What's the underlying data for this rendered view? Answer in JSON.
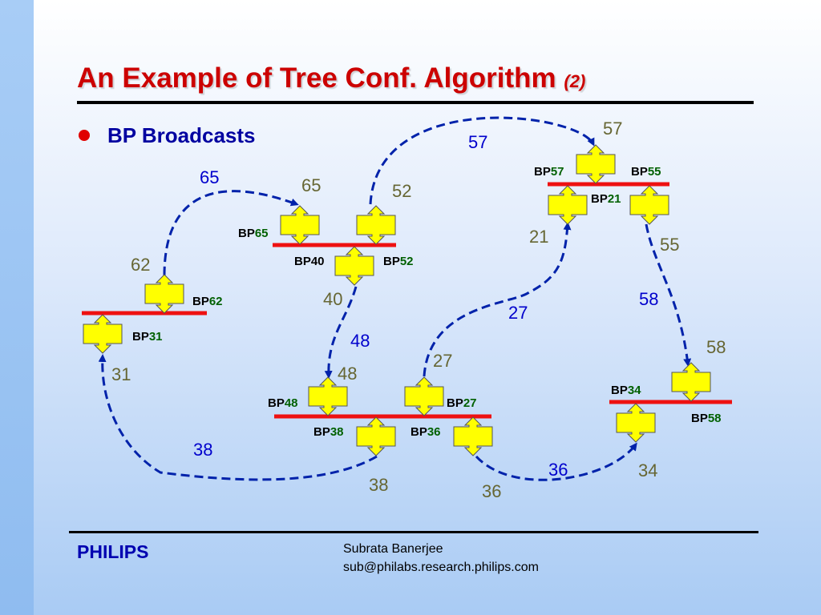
{
  "slide": {
    "title": "An Example of Tree Conf. Algorithm",
    "title_suffix": "(2)",
    "bullet": "BP Broadcasts",
    "brand": "PHILIPS",
    "author_name": "Subrata Banerjee",
    "author_email": "sub@philabs.research.philips.com"
  },
  "colors": {
    "title": "#cc0000",
    "bullet": "#e00000",
    "bullet_text": "#0000a0",
    "lan_segment": "#ee1111",
    "bridge_fill": "#ffff00",
    "arrow": "#0022aa",
    "label_olive": "#666633",
    "label_blue": "#0000cc",
    "bp_number": "#006000"
  },
  "bp_labels": [
    {
      "prefix": "BP",
      "num": "57"
    },
    {
      "prefix": "BP",
      "num": "55"
    },
    {
      "prefix": "BP",
      "num": "21"
    },
    {
      "prefix": "BP",
      "num": "65"
    },
    {
      "prefix": "BP",
      "num": "40",
      "plain": true
    },
    {
      "prefix": "BP",
      "num": "52"
    },
    {
      "prefix": "BP",
      "num": "62"
    },
    {
      "prefix": "BP",
      "num": "31"
    },
    {
      "prefix": "BP",
      "num": "48"
    },
    {
      "prefix": "BP",
      "num": "27"
    },
    {
      "prefix": "BP",
      "num": "38"
    },
    {
      "prefix": "BP",
      "num": "36"
    },
    {
      "prefix": "BP",
      "num": "34"
    },
    {
      "prefix": "BP",
      "num": "58"
    }
  ],
  "value_labels": [
    {
      "text": "57",
      "color": "olive"
    },
    {
      "text": "57",
      "color": "blue"
    },
    {
      "text": "65",
      "color": "blue"
    },
    {
      "text": "65",
      "color": "olive"
    },
    {
      "text": "52",
      "color": "olive"
    },
    {
      "text": "21",
      "color": "olive"
    },
    {
      "text": "55",
      "color": "olive"
    },
    {
      "text": "62",
      "color": "olive"
    },
    {
      "text": "40",
      "color": "olive"
    },
    {
      "text": "48",
      "color": "blue"
    },
    {
      "text": "48",
      "color": "olive"
    },
    {
      "text": "27",
      "color": "blue"
    },
    {
      "text": "27",
      "color": "olive"
    },
    {
      "text": "58",
      "color": "blue"
    },
    {
      "text": "58",
      "color": "olive"
    },
    {
      "text": "31",
      "color": "olive"
    },
    {
      "text": "38",
      "color": "blue"
    },
    {
      "text": "38",
      "color": "olive"
    },
    {
      "text": "36",
      "color": "blue"
    },
    {
      "text": "36",
      "color": "olive"
    },
    {
      "text": "34",
      "color": "olive"
    }
  ]
}
